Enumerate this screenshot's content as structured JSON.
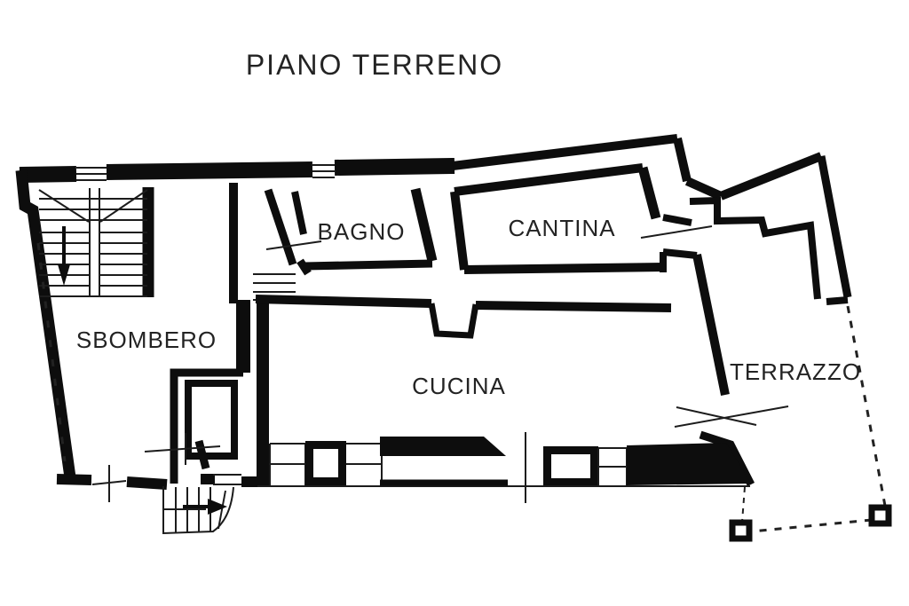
{
  "plan": {
    "title": "PIANO TERRENO",
    "rooms": [
      {
        "id": "sbombero",
        "label": "SBOMBERO"
      },
      {
        "id": "bagno",
        "label": "BAGNO"
      },
      {
        "id": "cantina",
        "label": "CANTINA"
      },
      {
        "id": "cucina",
        "label": "CUCINA"
      },
      {
        "id": "terrazzo",
        "label": "TERRAZZO"
      }
    ],
    "colors": {
      "wall": "#0d0d0d",
      "thin_line": "#1c1c1c",
      "text": "#232323",
      "background": "#ffffff"
    },
    "features": [
      "main-staircase-with-down-arrow",
      "external-curved-stair-with-arrow",
      "light-well-shaft",
      "terrazzo-open-boundary-dashed",
      "terrazzo-corner-pillars",
      "property-boundary-dashed-line",
      "door-swing-marks",
      "window-openings"
    ]
  }
}
